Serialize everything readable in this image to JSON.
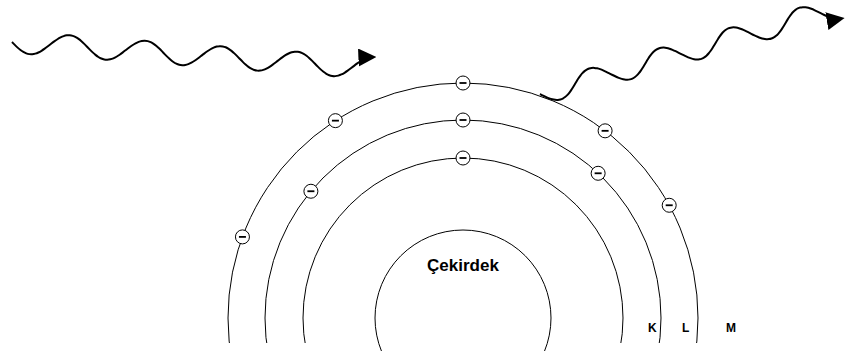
{
  "diagram": {
    "nodes": [
      {
        "text": [
          "Çekirdek"
        ]
      }
    ],
    "labels": [
      "K",
      "L",
      "M"
    ]
  }
}
